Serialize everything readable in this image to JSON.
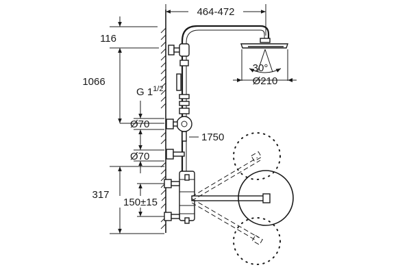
{
  "dimensions": {
    "width_range": "464-472",
    "head_offset": "116",
    "height_total": "1066",
    "thread_base": "G 1",
    "thread_fraction": "1/2",
    "diameter_inlet_top": "Ø70",
    "diameter_inlet_bottom": "Ø70",
    "hose_length": "1750",
    "valve_height": "317",
    "inlet_spacing": "150±15",
    "spray_angle": "30°",
    "head_diameter": "Ø210"
  }
}
